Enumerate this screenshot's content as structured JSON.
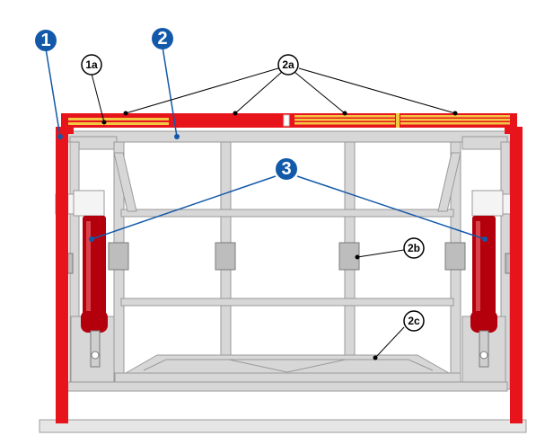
{
  "colors": {
    "frame_red": "#e8141b",
    "cylinder_red": "#b3000c",
    "steel_grey": "#d3d3d3",
    "steel_edge": "#9c9c9c",
    "rail_yellow": "#f2c744",
    "callout_blue": "#1259a9",
    "leader_black": "#000000",
    "base_grey": "#e6e6e6"
  },
  "callouts": {
    "c1": "1",
    "c2": "2",
    "c3": "3",
    "c1a": "1a",
    "c2a": "2a",
    "c2b": "2b",
    "c2c": "2c"
  },
  "icons": {
    "primary_marker": "blue-circle-number",
    "secondary_marker": "white-circle-number"
  }
}
